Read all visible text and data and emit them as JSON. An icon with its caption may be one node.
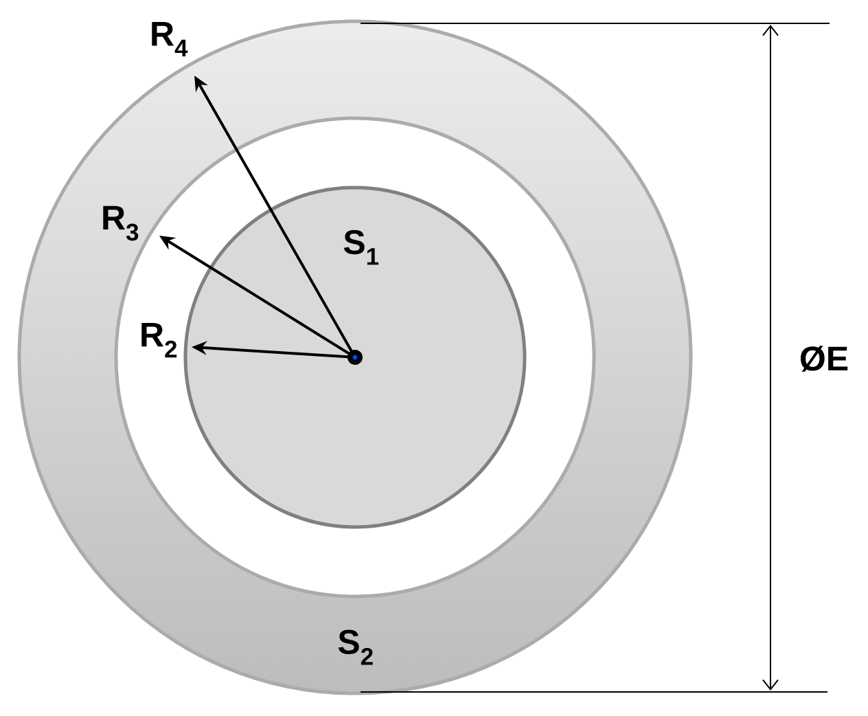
{
  "diagram": {
    "nodes": [
      {
        "text": [
          "S$_{2}$"
        ]
      },
      {
        "text": [
          "S$_{1}$"
        ],
        "in": 0
      }
    ],
    "labels": [
      "R$_{4}$",
      "R$_{3}$",
      "R$_{2}$",
      "ØE"
    ]
  }
}
